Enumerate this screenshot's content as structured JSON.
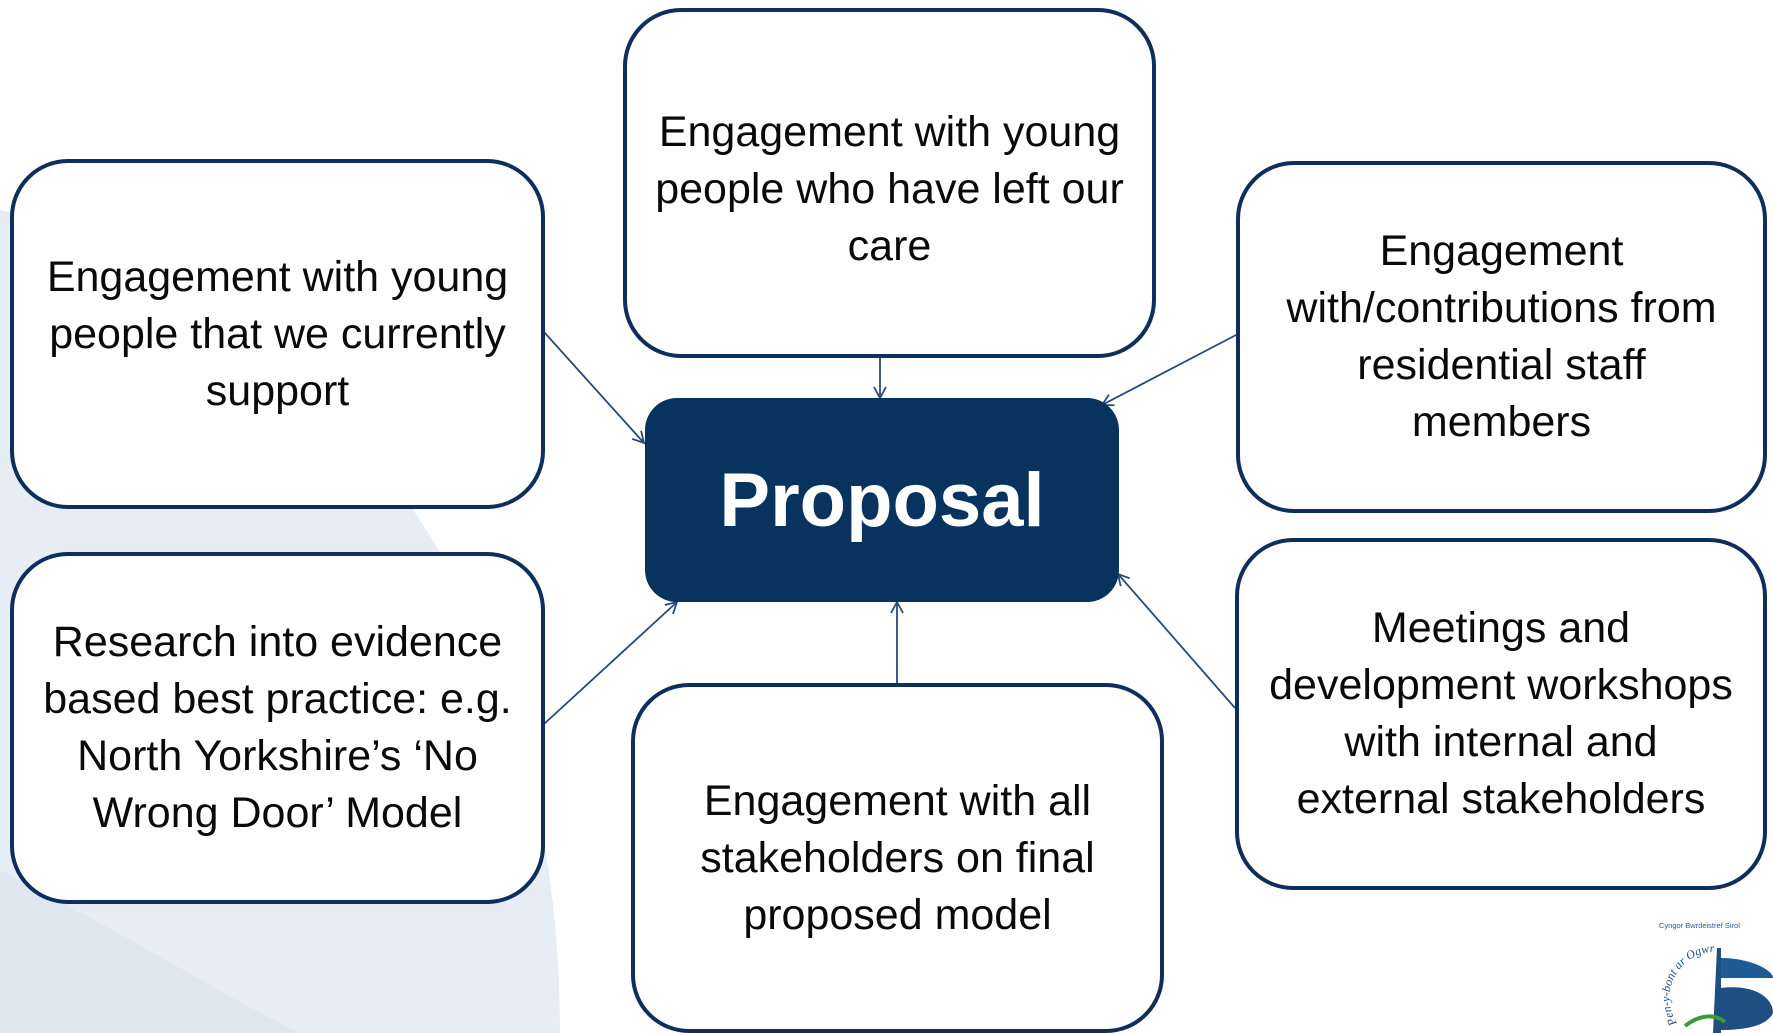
{
  "center": {
    "label": "Proposal"
  },
  "nodes": {
    "young_people_current": "Engagement with young people that we currently support",
    "young_people_left": "Engagement with young people who have left our care",
    "residential_staff": "Engagement with/contributions from residential staff members",
    "research": "Research into evidence based best practice: e.g. North Yorkshire’s ‘No Wrong Door’ Model",
    "all_stakeholders": "Engagement with all stakeholders on final proposed model",
    "workshops": "Meetings and development workshops with internal and external stakeholders"
  },
  "logo": {
    "top_text": "Cyngor Bwrdeistref Sirol",
    "arc_text": "Pen-y-bont ar Ogwr"
  },
  "colors": {
    "box_border": "#0d2f5c",
    "center_fill": "#08335f",
    "swoosh": "#e6edf5",
    "connector": "#2a4a76"
  }
}
